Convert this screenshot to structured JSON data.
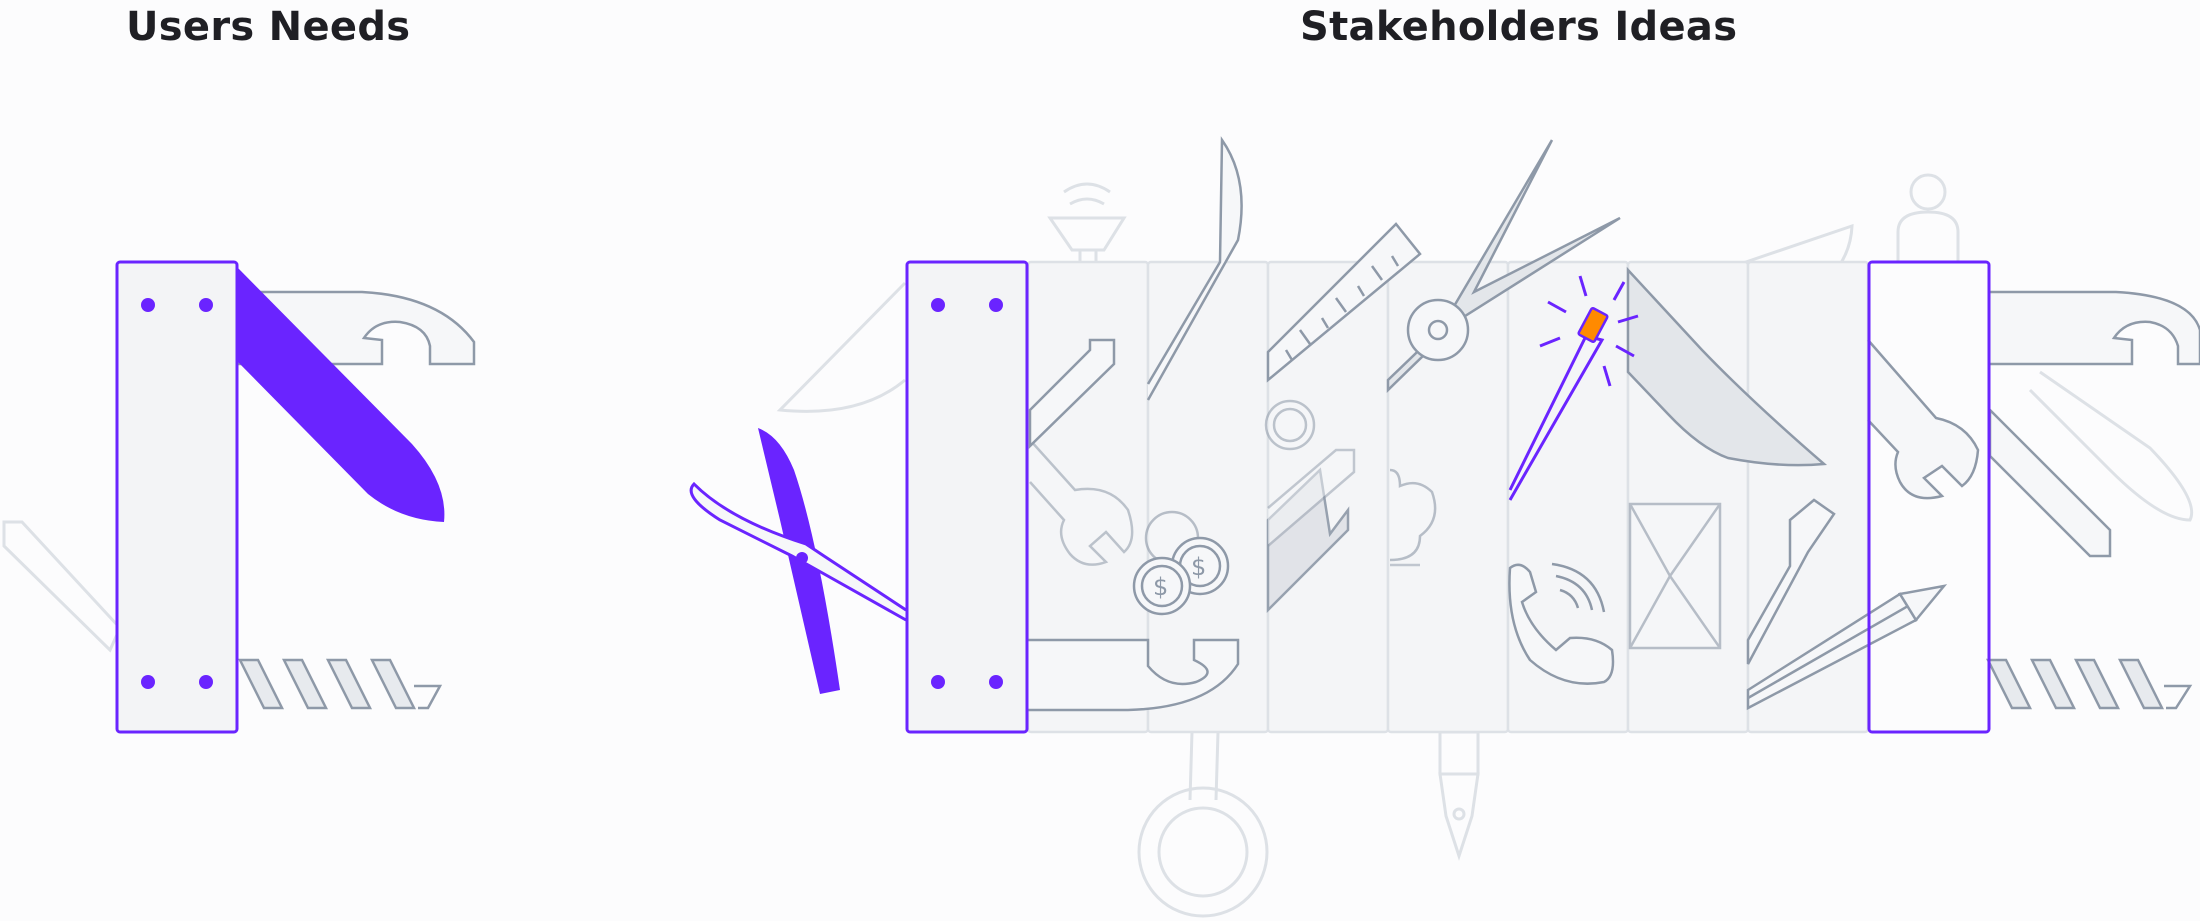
{
  "headings": {
    "users_needs": "Users Needs",
    "stakeholders_ideas": "Stakeholders Ideas"
  },
  "colors": {
    "accent_purple": "#6a24ff",
    "highlight_orange": "#ff8a00",
    "line_gray": "#8e99a8",
    "faded_gray": "#d9dde2",
    "panel_fill": "#f3f4f6"
  },
  "illustrations": {
    "left": "simple-swiss-army-knife",
    "right": "overloaded-swiss-army-knife"
  }
}
